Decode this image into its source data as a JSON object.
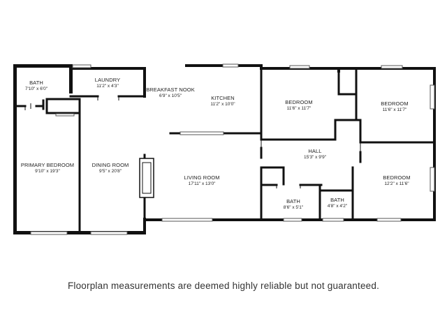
{
  "rooms": {
    "bath_primary": {
      "name": "BATH",
      "dims": "7'10\" x 6'0\""
    },
    "laundry": {
      "name": "LAUNDRY",
      "dims": "11'2\" x 4'3\""
    },
    "breakfast_nook": {
      "name": "BREAKFAST NOOK",
      "dims": "6'9\" x 10'5\""
    },
    "kitchen": {
      "name": "KITCHEN",
      "dims": "11'2\" x 10'0\""
    },
    "bedroom_1": {
      "name": "BEDROOM",
      "dims": "11'6\" x 11'7\""
    },
    "bedroom_2": {
      "name": "BEDROOM",
      "dims": "11'6\" x 11'7\""
    },
    "hall": {
      "name": "HALL",
      "dims": "15'3\" x 9'9\""
    },
    "primary_bedroom": {
      "name": "PRIMARY BEDROOM",
      "dims": "9'10\" x 19'3\""
    },
    "dining_room": {
      "name": "DINING ROOM",
      "dims": "9'5\" x 20'8\""
    },
    "living_room": {
      "name": "LIVING ROOM",
      "dims": "17'11\" x 13'0\""
    },
    "bath_hall": {
      "name": "BATH",
      "dims": "8'6\" x 5'1\""
    },
    "bath_small": {
      "name": "BATH",
      "dims": "4'8\" x 4'2\""
    },
    "bedroom_3": {
      "name": "BEDROOM",
      "dims": "12'2\" x 11'6\""
    }
  },
  "disclaimer": "Floorplan measurements are deemed highly reliable but not guaranteed."
}
